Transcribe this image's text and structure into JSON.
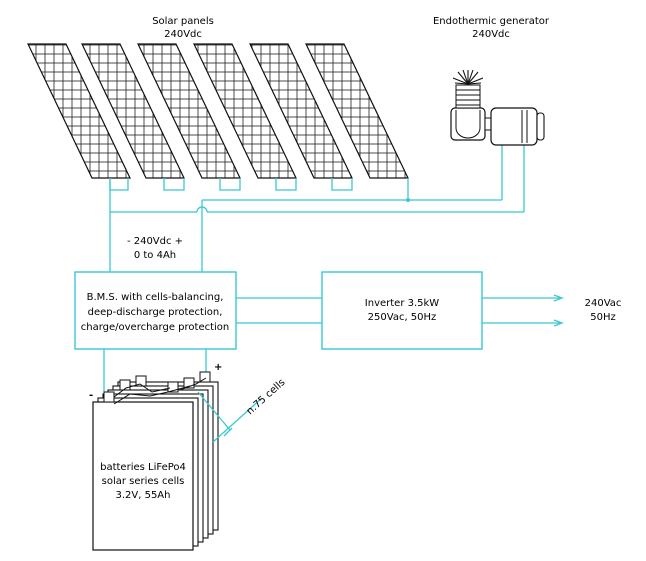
{
  "solar": {
    "title": "Solar panels",
    "voltage": "240Vdc"
  },
  "generator": {
    "title": "Endothermic generator",
    "voltage": "240Vdc"
  },
  "dc_bus": {
    "voltage": "- 240Vdc +",
    "current": "0 to 4Ah"
  },
  "bms": {
    "line1": "B.M.S. with cells-balancing,",
    "line2": "deep-discharge protection,",
    "line3": "charge/overcharge protection"
  },
  "inverter": {
    "line1": "Inverter 3.5kW",
    "line2": "250Vac, 50Hz"
  },
  "ac_output": {
    "line1": "240Vac",
    "line2": "50Hz"
  },
  "battery": {
    "line1": "batteries LiFePo4",
    "line2": "solar series cells",
    "line3": "3.2V, 55Ah",
    "cells": "n.75 cells",
    "minus": "-",
    "plus": "+"
  },
  "colors": {
    "wire": "#39c8d2",
    "outline": "#111111"
  }
}
